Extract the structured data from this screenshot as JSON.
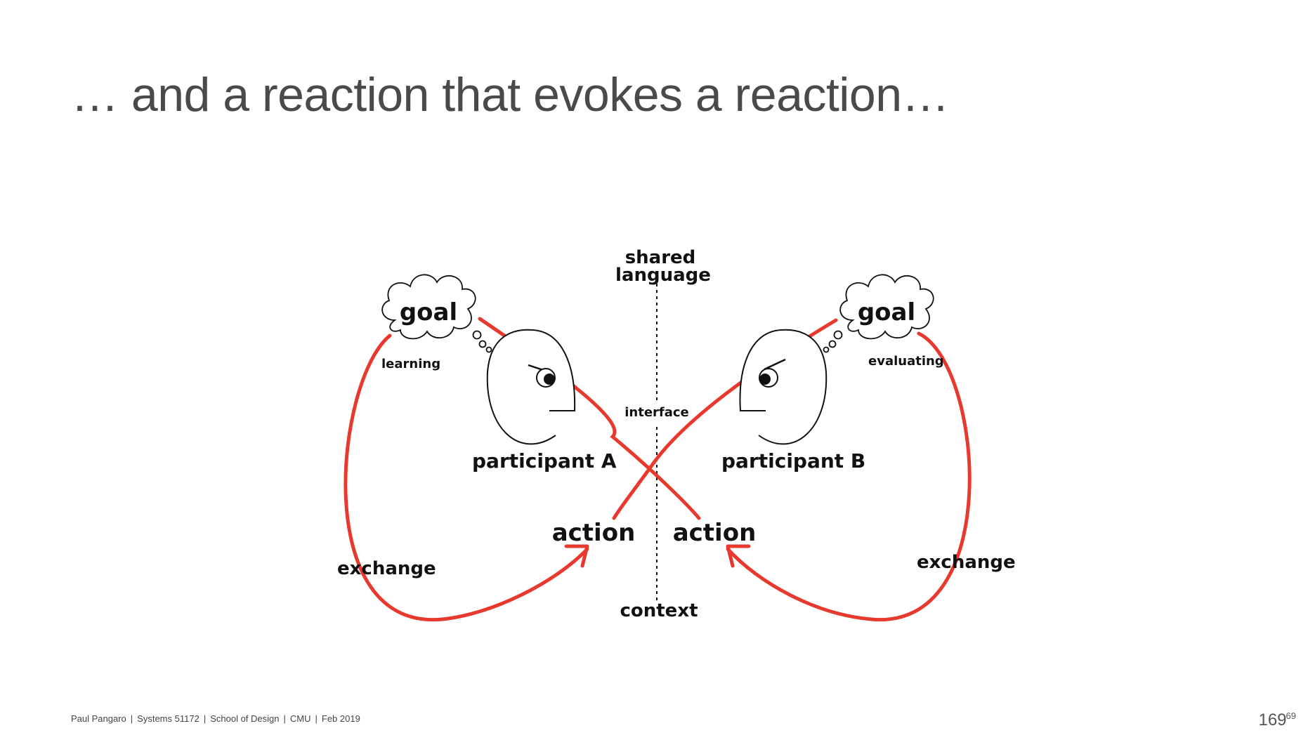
{
  "slide": {
    "title": "… and a reaction that evokes a reaction…"
  },
  "diagram": {
    "shared_language_line1": "shared",
    "shared_language_line2": "language",
    "interface": "interface",
    "context": "context",
    "participant_a": {
      "goal": "goal",
      "goal_caption": "learning",
      "name": "participant A",
      "action": "action",
      "loop_label": "exchange"
    },
    "participant_b": {
      "goal": "goal",
      "goal_caption": "evaluating",
      "name": "participant B",
      "action": "action",
      "loop_label": "exchange"
    },
    "colors": {
      "loop": "#e8392f",
      "ink": "#111111",
      "title": "#4a4a4a"
    }
  },
  "footer": {
    "author": "Paul Pangaro",
    "course": "Systems 51172",
    "school": "School of Design",
    "institution": "CMU",
    "date": "Feb 2019"
  },
  "page": {
    "number": "169",
    "overlay_number": "69"
  }
}
